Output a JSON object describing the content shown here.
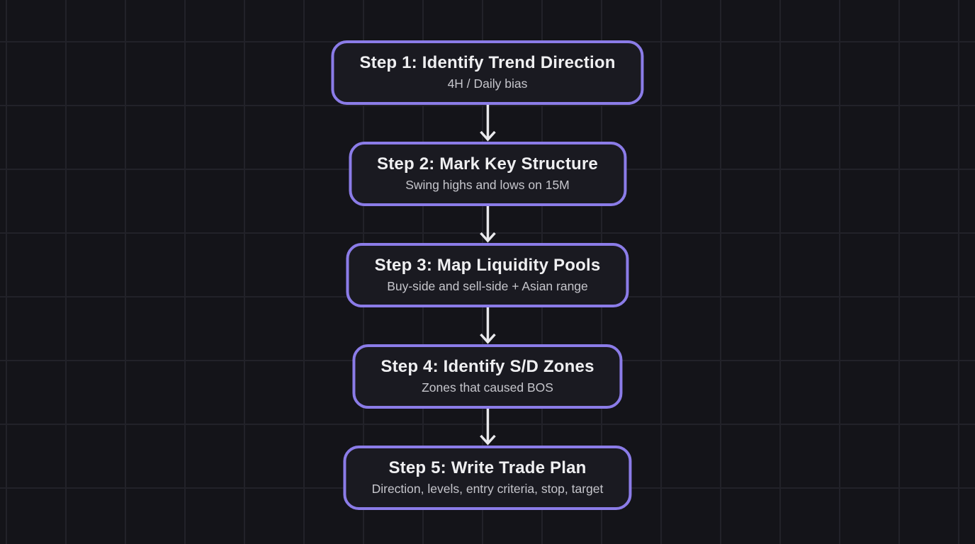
{
  "colors": {
    "background": "#141419",
    "grid_line": "#222229",
    "node_fill": "#1a1a21",
    "node_border": "#8b7ce8",
    "title_text": "#efeff1",
    "subtitle_text": "#c6c6cc",
    "arrow": "#e9e9ec"
  },
  "flowchart": {
    "steps": [
      {
        "title": "Step 1: Identify Trend Direction",
        "subtitle": "4H / Daily bias"
      },
      {
        "title": "Step 2: Mark Key Structure",
        "subtitle": "Swing highs and lows on 15M"
      },
      {
        "title": "Step 3: Map Liquidity Pools",
        "subtitle": "Buy-side and sell-side + Asian range"
      },
      {
        "title": "Step 4: Identify S/D Zones",
        "subtitle": "Zones that caused BOS"
      },
      {
        "title": "Step 5: Write Trade Plan",
        "subtitle": "Direction, levels, entry criteria, stop, target"
      }
    ]
  }
}
